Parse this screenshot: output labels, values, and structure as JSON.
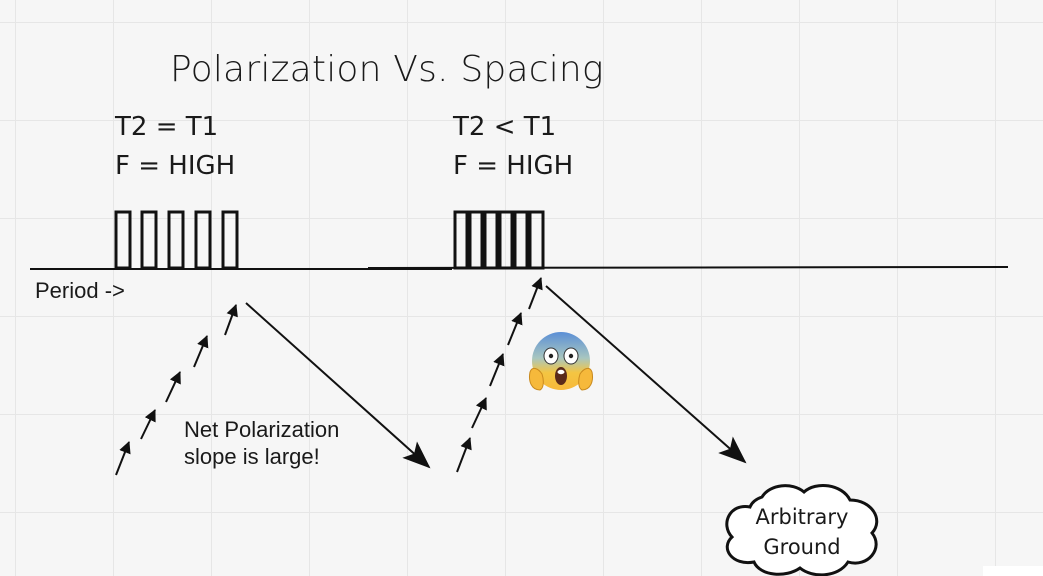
{
  "title": "Polarization Vs. Spacing",
  "left_panel": {
    "line1": "T2 = T1",
    "line2": "F = HIGH"
  },
  "right_panel": {
    "line1": "T2 < T1",
    "line2": "F = HIGH"
  },
  "axis_label": "Period ->",
  "note": "Net Polarization slope is large!",
  "cloud_label": "Arbitrary Ground",
  "emoji": "face-screaming-in-fear",
  "colors": {
    "stroke": "#111111",
    "grid": "#e6e6e6",
    "background": "#f6f6f6"
  }
}
